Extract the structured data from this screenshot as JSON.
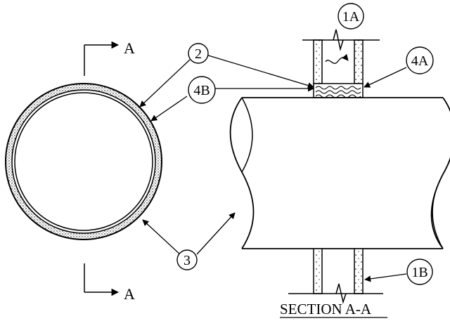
{
  "section_marks": {
    "top": "A",
    "bottom": "A"
  },
  "callouts": {
    "c1a": "1A",
    "c2": "2",
    "c4a": "4A",
    "c4b": "4B",
    "c3": "3",
    "c1b": "1B"
  },
  "section_title": "SECTION A-A"
}
